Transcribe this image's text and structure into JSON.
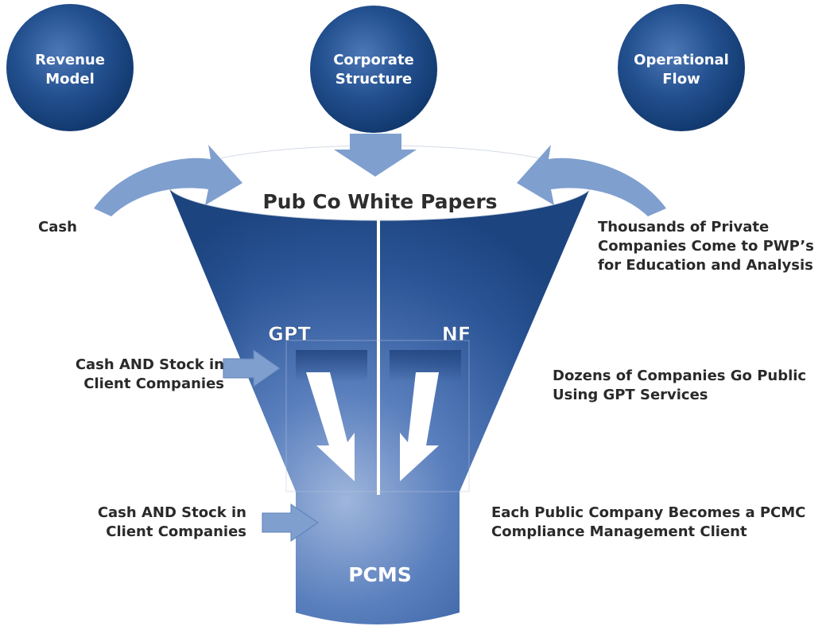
{
  "circles": [
    {
      "line1": "Revenue",
      "line2": "Model"
    },
    {
      "line1": "Corporate",
      "line2": "Structure"
    },
    {
      "line1": "Operational",
      "line2": "Flow"
    }
  ],
  "funnel": {
    "top_label": "Pub Co White Papers",
    "left_column": "GPT",
    "right_column": "NF",
    "bottom_label": "PCMS"
  },
  "left_labels": {
    "cash": "Cash",
    "stock_1_line1": "Cash AND Stock in",
    "stock_1_line2": "Client Companies",
    "stock_2_line1": "Cash AND Stock in",
    "stock_2_line2": "Client Companies"
  },
  "right_labels": {
    "private_line1": "Thousands of Private",
    "private_line2": "Companies Come to PWP’s",
    "private_line3": "for Education and Analysis",
    "public_line1": "Dozens of Companies Go Public",
    "public_line2": "Using GPT Services",
    "pcmc_line1": "Each Public Company Becomes a PCMC",
    "pcmc_line2": "Compliance Management Client"
  },
  "colors": {
    "dark_blue": "#1f4b8e",
    "light_blue": "#8ea8d3",
    "arrow_blue": "#7f9fcf",
    "text": "#2a2a2a"
  }
}
